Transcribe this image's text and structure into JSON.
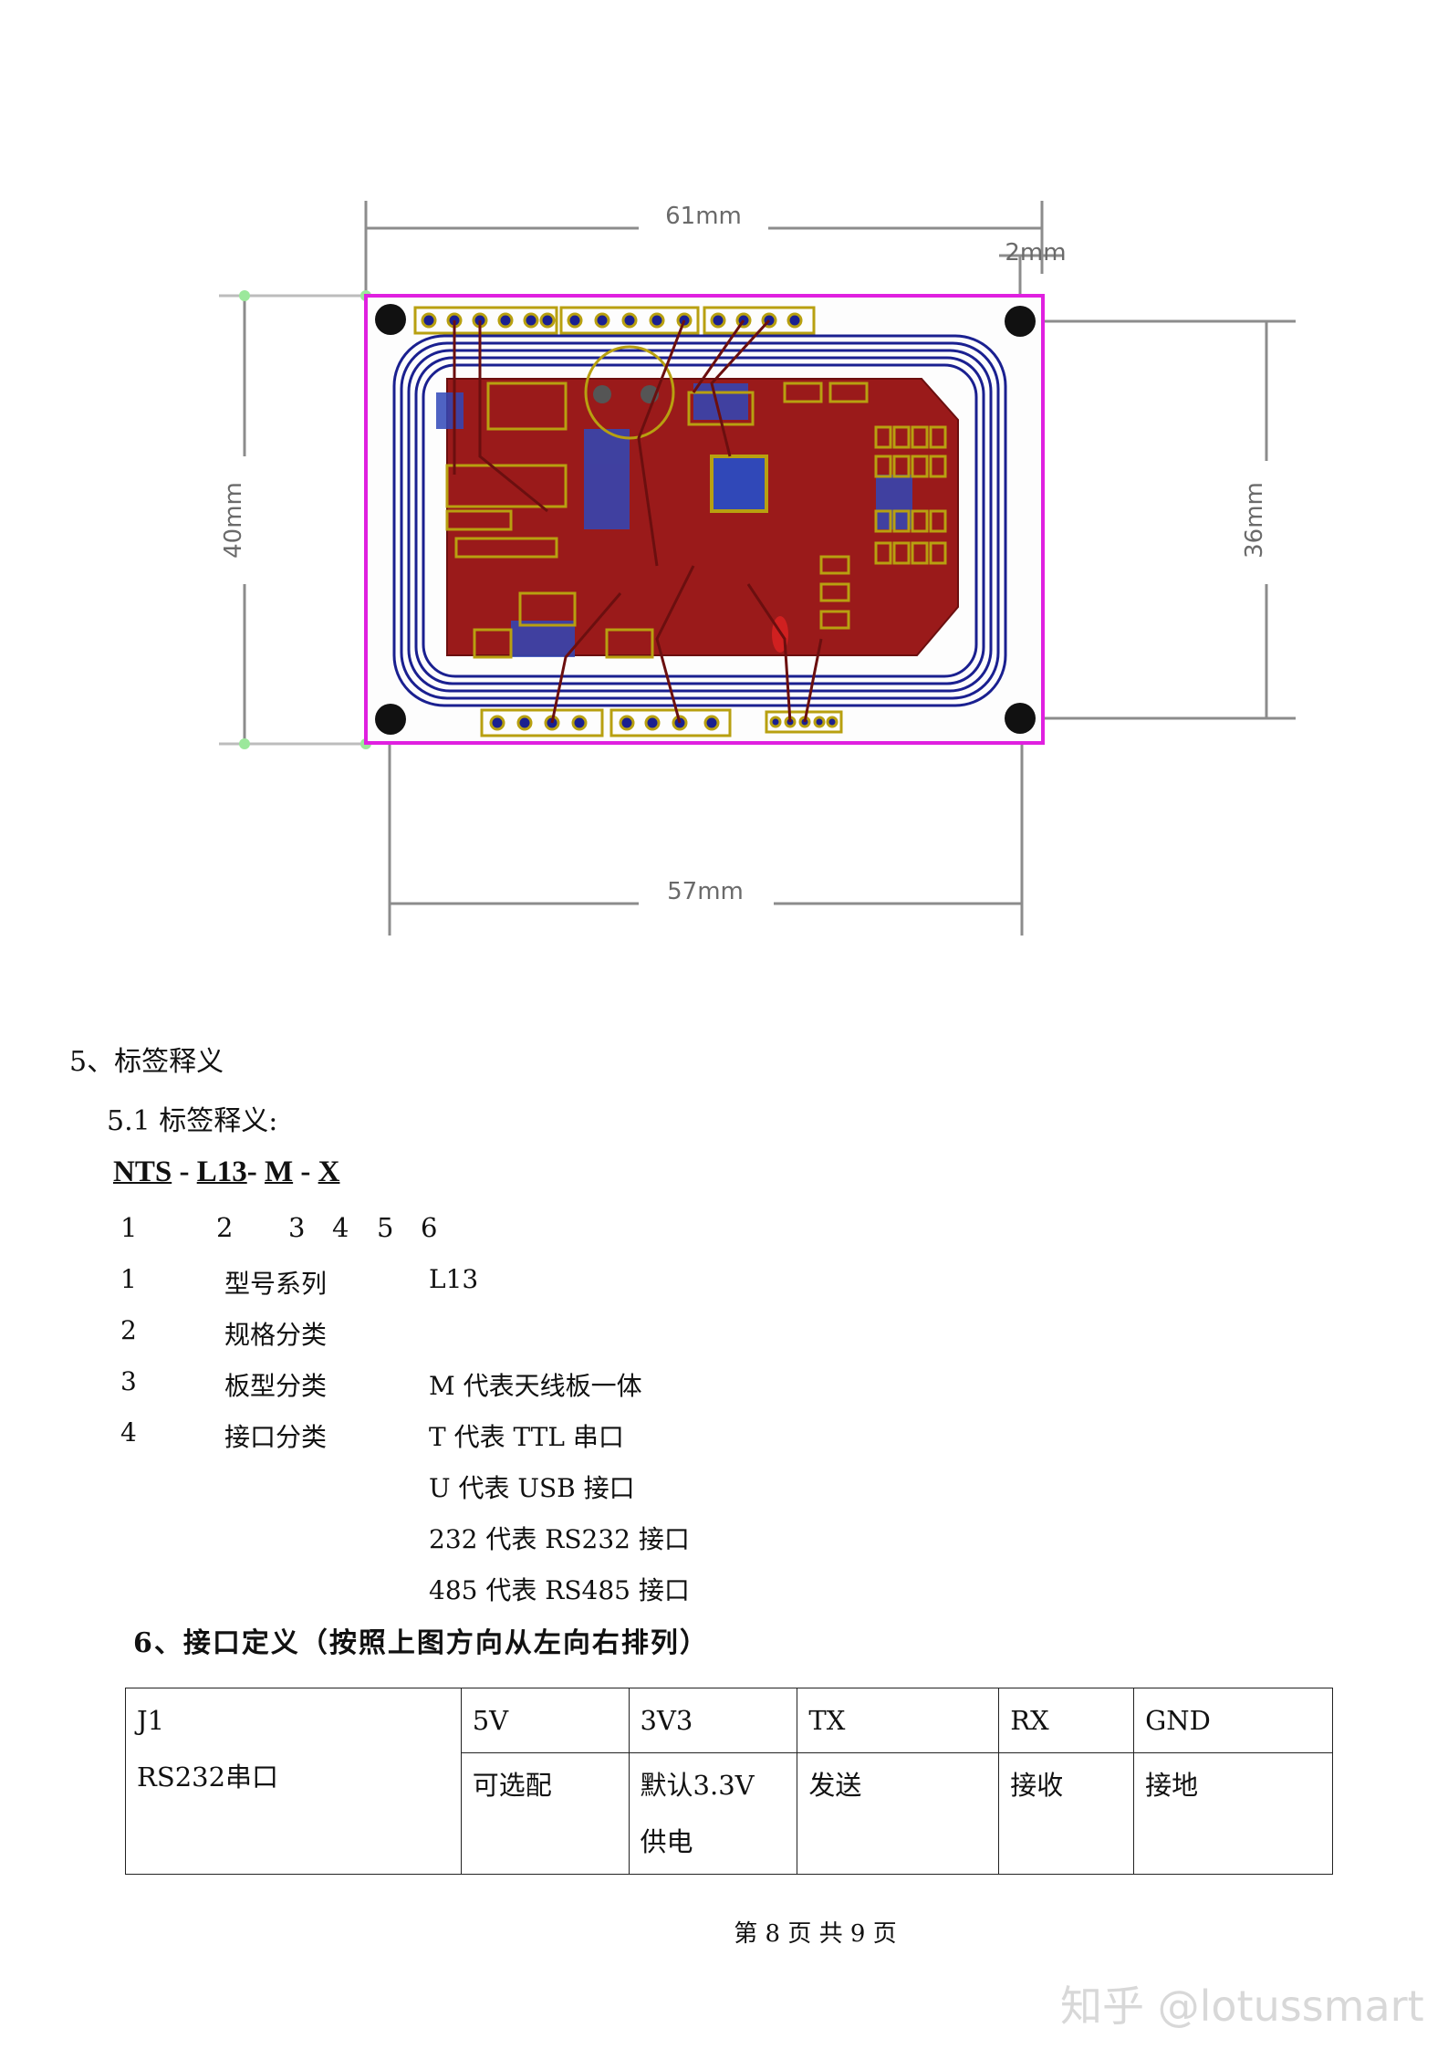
{
  "diagram": {
    "dim_top": "61mm",
    "dim_offset": "2mm",
    "dim_left": "40mm",
    "dim_right": "36mm",
    "dim_bottom": "57mm",
    "colors": {
      "board_outline": "#e020e0",
      "copper": "#9a1a1a",
      "pad": "#b8a010",
      "coil": "#1a2090",
      "dim_line": "#8c8c8c"
    }
  },
  "section5": {
    "title": "5、标签释义",
    "sub_title": "5.1  标签释义:",
    "code": {
      "p1": "NTS",
      "sep1": " - ",
      "p2": "L13",
      "sep2": "- ",
      "p3": "M",
      "sep3": " - ",
      "p4": "X"
    },
    "numbers": [
      "1",
      "2",
      "3",
      "4",
      "5",
      "6"
    ],
    "rows": [
      {
        "num": "1",
        "name": "型号系列",
        "desc": "L13"
      },
      {
        "num": "2",
        "name": "规格分类",
        "desc": ""
      },
      {
        "num": "3",
        "name": "板型分类",
        "desc": "M  代表天线板一体"
      },
      {
        "num": "4",
        "name": "接口分类",
        "desc": "T    代表 TTL 串口"
      }
    ],
    "extra_desc": [
      "U  代表  USB 接口",
      "232  代表 RS232 接口",
      "485  代表 RS485 接口"
    ]
  },
  "section6": {
    "title": "6、接口定义（按照上图方向从左向右排列）",
    "table": {
      "header": [
        "J1",
        "5V",
        "3V3",
        "TX",
        "RX",
        "GND"
      ],
      "row": [
        "RS232串口",
        "可选配",
        "默认3.3V\n供电",
        "发送",
        "接收",
        "接地"
      ]
    }
  },
  "footer": "第 8 页 共 9 页",
  "watermark": "知乎 @lotussmart"
}
